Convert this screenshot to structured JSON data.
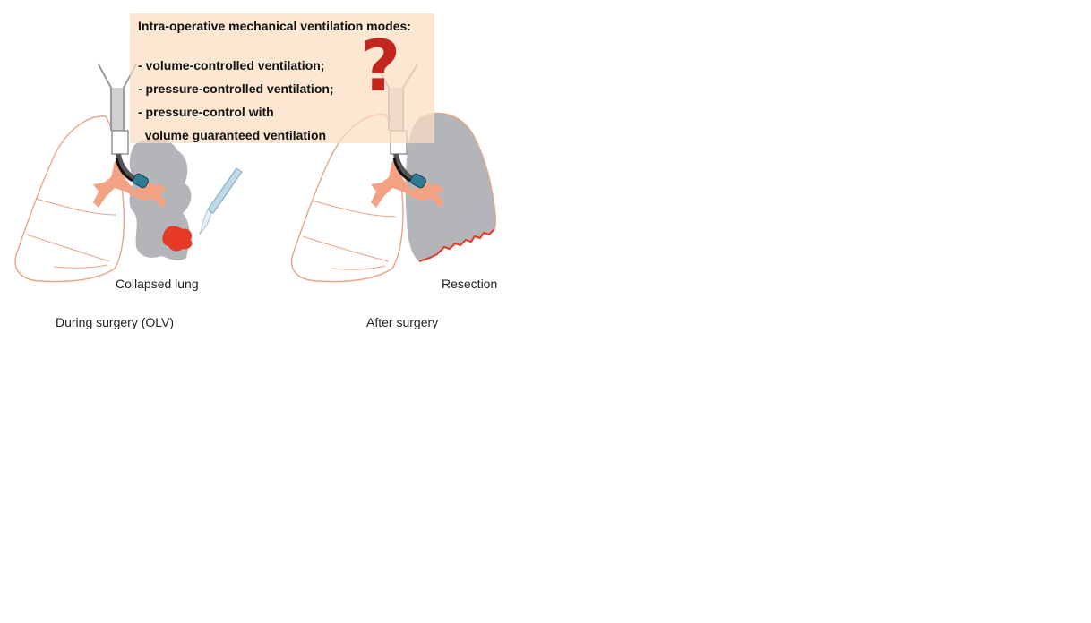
{
  "info_box": {
    "heading": "Intra-operative mechanical ventilation modes:",
    "items": [
      "- volume-controlled ventilation;",
      "- pressure-controlled ventilation;",
      "- pressure-control with",
      "  volume guaranteed ventilation"
    ],
    "question_mark": "?"
  },
  "panels": [
    {
      "label": "Collapsed lung",
      "caption": "During surgery (OLV)"
    },
    {
      "label": "Resection",
      "caption": "After surgery"
    }
  ],
  "colors": {
    "lung_outline": "#e8a487",
    "collapsed_lung": "#b4b5b8",
    "bronchi": "#f2a383",
    "tumor": "#e53a25",
    "question_mark": "#c3261f",
    "info_box": "#fadec0"
  }
}
